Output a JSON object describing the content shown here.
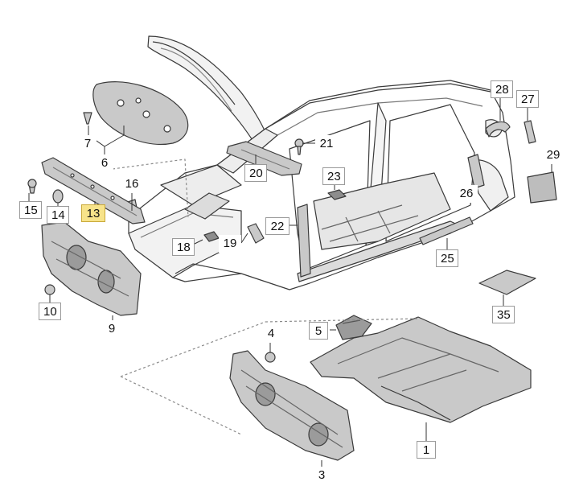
{
  "diagram": {
    "colors": {
      "line": "#3a3a3a",
      "body_fill": "#ffffff",
      "part_fill": "#c9c9c9",
      "dark_part": "#8d8d8d",
      "label_border": "#9a9a9a",
      "highlight": "#f7e38a"
    },
    "callouts": {
      "c1": "1",
      "c3": "3",
      "c4": "4",
      "c5": "5",
      "c6": "6",
      "c7": "7",
      "c9": "9",
      "c10": "10",
      "c13": "13",
      "c14": "14",
      "c15": "15",
      "c16": "16",
      "c18": "18",
      "c19": "19",
      "c20": "20",
      "c21": "21",
      "c22": "22",
      "c23": "23",
      "c25": "25",
      "c26": "26",
      "c27": "27",
      "c28": "28",
      "c29": "29",
      "c35": "35"
    }
  }
}
